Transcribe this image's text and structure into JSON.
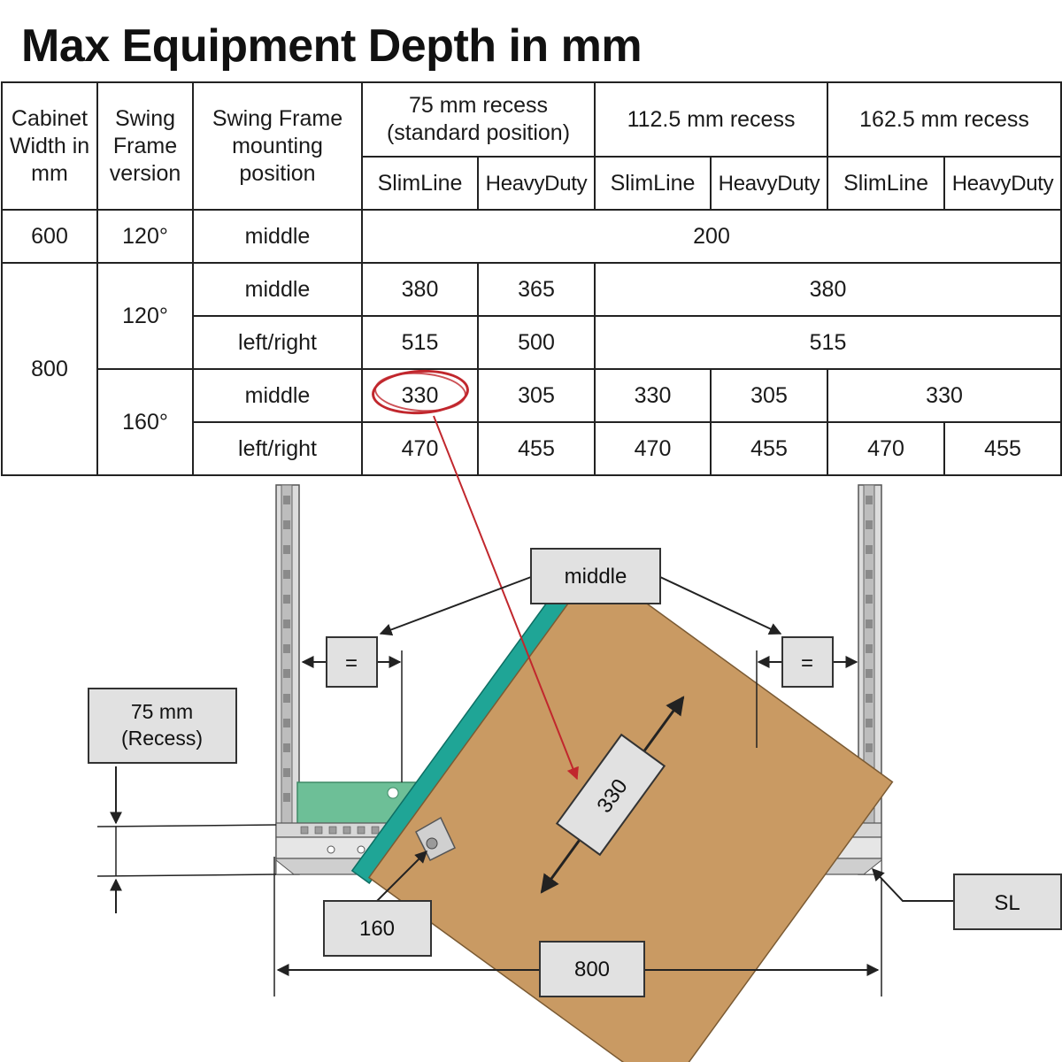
{
  "title": "Max Equipment Depth in mm",
  "table": {
    "headers": {
      "cabinet_width": "Cabinet Width in mm",
      "swing_frame_version": "Swing Frame version",
      "mounting_position": "Swing Frame mounting position",
      "recess_75": "75 mm recess (standard position)",
      "recess_112": "112.5 mm recess",
      "recess_162": "162.5 mm recess",
      "slimline": "SlimLine",
      "heavyduty": "HeavyDuty"
    },
    "rows": {
      "r600": {
        "width": "600",
        "version": "120°",
        "position": "middle",
        "all": "200"
      },
      "r800_120_middle": {
        "width": "800",
        "version": "120°",
        "position": "middle",
        "sl75": "380",
        "hd75": "365",
        "rest": "380"
      },
      "r800_120_lr": {
        "position": "left/right",
        "sl75": "515",
        "hd75": "500",
        "rest": "515"
      },
      "r800_160_middle": {
        "version": "160°",
        "position": "middle",
        "sl75": "330",
        "hd75": "305",
        "sl112": "330",
        "hd112": "305",
        "rest162": "330"
      },
      "r800_160_lr": {
        "position": "left/right",
        "sl75": "470",
        "hd75": "455",
        "sl112": "470",
        "hd112": "455",
        "sl162": "470",
        "hd162": "455"
      }
    }
  },
  "diagram": {
    "middle_label": "middle",
    "equal_left": "=",
    "equal_right": "=",
    "recess_label_line1": "75 mm",
    "recess_label_line2": "(Recess)",
    "depth_label": "330",
    "angle_label": "160",
    "width_label": "800",
    "sl_label": "SL"
  },
  "colors": {
    "highlight_red": "#c1272d",
    "equipment_tan": "#c99a63",
    "rail_green": "#6dbf97",
    "frame_teal": "#1fa596",
    "label_box_gray": "#e1e1e1"
  }
}
